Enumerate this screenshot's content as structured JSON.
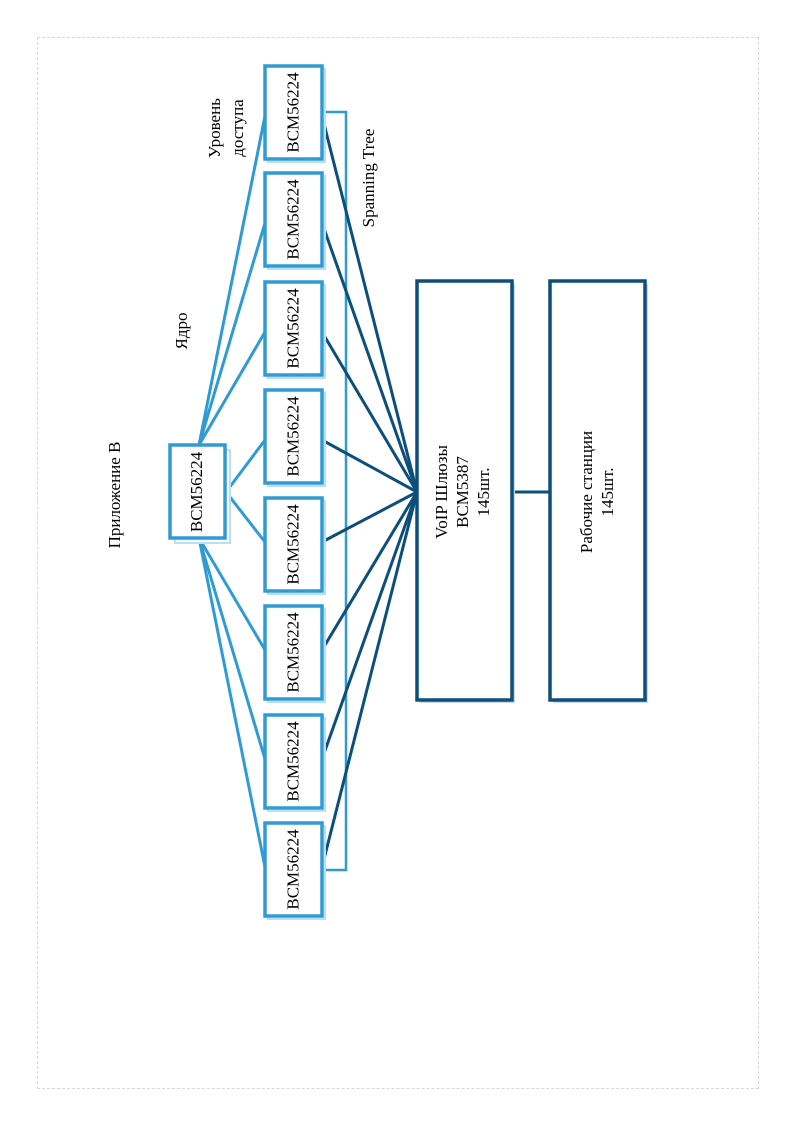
{
  "title": "Приложение В",
  "labels": {
    "core": "Ядро",
    "access_line1": "Уровень",
    "access_line2": "доступа",
    "spanning_tree": "Spanning Tree"
  },
  "core_switch": {
    "label": "BCM56224"
  },
  "access_switches": [
    {
      "label": "BCM56224"
    },
    {
      "label": "BCM56224"
    },
    {
      "label": "BCM56224"
    },
    {
      "label": "BCM56224"
    },
    {
      "label": "BCM56224"
    },
    {
      "label": "BCM56224"
    },
    {
      "label": "BCM56224"
    },
    {
      "label": "BCM56224"
    }
  ],
  "voip": {
    "line1": "VoIP Шлюзы",
    "line2": "BCM5387",
    "line3": "145шт."
  },
  "workstations": {
    "line1": "Рабочие станции",
    "line2": "145шт."
  },
  "colors": {
    "light_blue": "#2f9bd3",
    "dark_blue": "#0d4f7b"
  }
}
